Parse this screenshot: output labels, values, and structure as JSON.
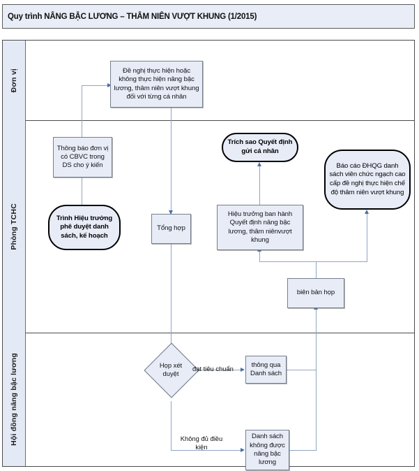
{
  "title": "Quy trình NÂNG BẬC LƯƠNG – THÂM NIÊN VƯỢT KHUNG (1/2015)",
  "lanes": [
    {
      "label": "Đơn vị"
    },
    {
      "label": "Phòng TCHC"
    },
    {
      "label": "Hội đồng nâng bậc lương"
    }
  ],
  "nodes": {
    "de_nghi": "Đề nghị thực hiện hoặc không thực hiện nâng bậc lương, thâm niên vượt khung đối với từng cá nhân",
    "thong_bao": "Thông báo đơn vị có CBVC trong DS cho ý kiến",
    "trinh_hieu_truong": "Trình Hiệu trưởng phê duyệt danh sách, kế hoạch",
    "tong_hop": "Tổng hợp",
    "trich_sao": "Trích sao Quyết định gửi cá nhân",
    "hieu_truong_ban_hanh": "Hiệu trưởng ban hành Quyết định nâng bậc lương, thâm niênvượt khung",
    "bao_cao_dhqg": "Báo cáo ĐHQG danh sách viên chức ngạch cao cấp đề nghị thực hiện chế độ thâm niên vượt khung",
    "bien_ban_hop": "biên bản họp",
    "hop_xet_duyet": "Họp xét duyệt",
    "thong_qua_danh_sach": "thông qua Danh sách",
    "danh_sach_khong_duoc": "Danh sách không được nâng bậc lương"
  },
  "edge_labels": {
    "dat_tieu_chuan": "đạt tiêu chuẩn",
    "khong_du_dieu_kien": "Không đủ điều kiện"
  },
  "colors": {
    "node_fill": "#e7ecf7",
    "node_border": "#777f8c",
    "terminator_border": "#000000",
    "connector": "#8fa6c4",
    "arrow": "#4a6fa5",
    "lane_label_fill": "#e4eaf5",
    "title_fill": "#e8edf7"
  }
}
